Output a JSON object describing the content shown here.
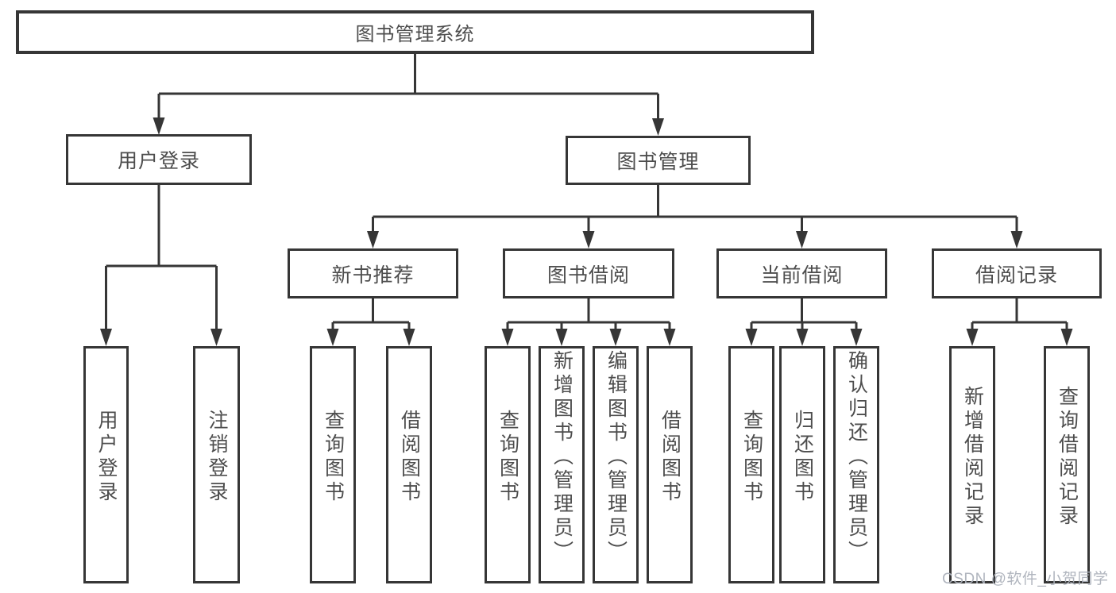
{
  "tree": {
    "root": "图书管理系统",
    "l1": [
      "用户登录",
      "图书管理"
    ],
    "l2": [
      "新书推荐",
      "图书借阅",
      "当前借阅",
      "借阅记录"
    ],
    "leaves": {
      "userLogin": [
        "用户登录",
        "注销登录"
      ],
      "newBook": [
        "查询图书",
        "借阅图书"
      ],
      "bookBorrow": [
        "查询图书",
        "新增图书（管理员）",
        "编辑图书（管理员）",
        "借阅图书"
      ],
      "currentBorrow": [
        "查询图书",
        "归还图书",
        "确认归还（管理员）"
      ],
      "records": [
        "新增借阅记录",
        "查询借阅记录"
      ]
    }
  },
  "colors": {
    "line": "#363636",
    "text": "#4d4d4d",
    "watermark": "#acb1ba"
  },
  "watermark": "CSDN @软件_小贺同学"
}
